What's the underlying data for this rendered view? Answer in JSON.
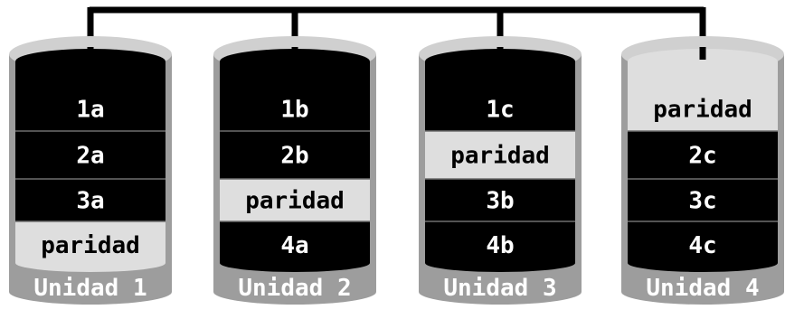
{
  "colors": {
    "dark_block": "#000000",
    "light_block": "#dedede",
    "cylinder_body": "#9d9d9d",
    "cylinder_top": "#d0d0d0",
    "cylinder_top_inner": "#bdbdbd",
    "connector": "#000000",
    "dark_text": "#ffffff",
    "light_text": "#000000",
    "unit_text": "#ffffff"
  },
  "units": [
    {
      "label": "Unidad 1",
      "blocks": [
        {
          "text": "1a",
          "parity": false
        },
        {
          "text": "2a",
          "parity": false
        },
        {
          "text": "3a",
          "parity": false
        },
        {
          "text": "paridad",
          "parity": true
        }
      ]
    },
    {
      "label": "Unidad 2",
      "blocks": [
        {
          "text": "1b",
          "parity": false
        },
        {
          "text": "2b",
          "parity": false
        },
        {
          "text": "paridad",
          "parity": true
        },
        {
          "text": "4a",
          "parity": false
        }
      ]
    },
    {
      "label": "Unidad 3",
      "blocks": [
        {
          "text": "1c",
          "parity": false
        },
        {
          "text": "paridad",
          "parity": true
        },
        {
          "text": "3b",
          "parity": false
        },
        {
          "text": "4b",
          "parity": false
        }
      ]
    },
    {
      "label": "Unidad 4",
      "blocks": [
        {
          "text": "paridad",
          "parity": true
        },
        {
          "text": "2c",
          "parity": false
        },
        {
          "text": "3c",
          "parity": false
        },
        {
          "text": "4c",
          "parity": false
        }
      ]
    }
  ]
}
